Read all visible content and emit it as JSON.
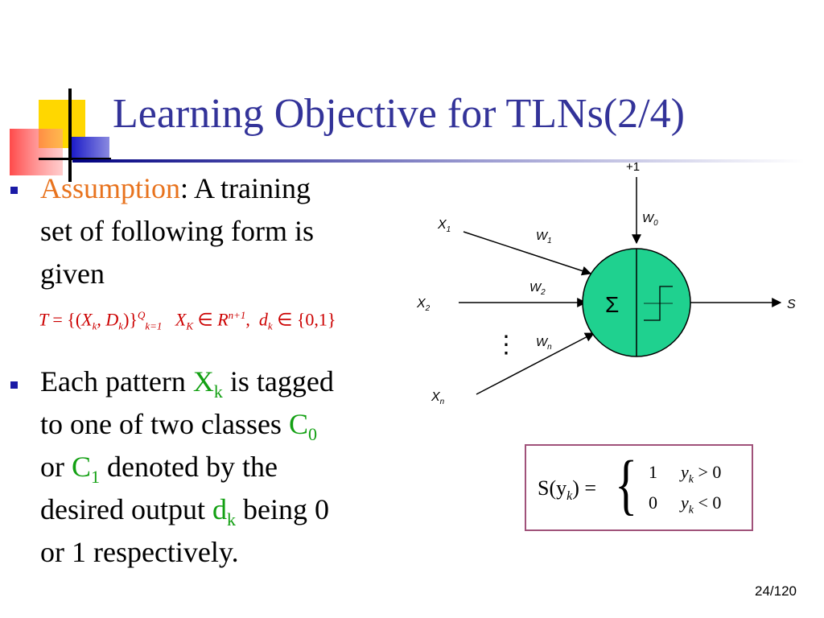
{
  "slide": {
    "title": "Learning Objective for TLNs(2/4)",
    "page_number": "24/120"
  },
  "bullets": {
    "b1": {
      "keyword": "Assumption",
      "line1_rest": ": A training",
      "line2": "set of following form is",
      "line3": "given"
    },
    "formula": {
      "T": "T",
      "eq": "=",
      "set_open": "{(",
      "X": "X",
      "sub_k": "k",
      "comma": ",",
      "D": "D",
      "set_close": ")}",
      "sup_Q": "Q",
      "sub_k1": "k=1",
      "XK": "X",
      "sub_K": "K",
      "in": "∈",
      "R": "R",
      "sup_n1": "n+1",
      "sep": ",",
      "d": "d",
      "in2": "∈",
      "set01": "{0,1}"
    },
    "b2": {
      "l1_pre": "Each pattern ",
      "l1_X": "X",
      "l1_Xsub": "k",
      "l1_post": " is tagged",
      "l2_pre": "to one of two classes ",
      "l2_C": "C",
      "l2_Csub": "0",
      "l3_pre": "or ",
      "l3_C": "C",
      "l3_Csub": "1",
      "l3_post": " denoted by the",
      "l4_pre": "desired output ",
      "l4_d": "d",
      "l4_dsub": "k",
      "l4_post": " being 0",
      "l5": "or 1 respectively."
    }
  },
  "diagram": {
    "bias_label": "+1",
    "w0": "W",
    "w0_sub": "0",
    "x1": "X",
    "x1_sub": "1",
    "w1": "W",
    "w1_sub": "1",
    "x2": "X",
    "x2_sub": "2",
    "w2": "W",
    "w2_sub": "2",
    "xn": "X",
    "xn_sub": "n",
    "wn": "W",
    "wn_sub": "n",
    "sum_symbol": "Σ",
    "dots": "⋮",
    "output_label": "S",
    "colors": {
      "neuron_fill": "#1fd18f",
      "stroke": "#000000"
    }
  },
  "piecewise": {
    "lhs": "S(y",
    "lhs_sub": "k",
    "lhs_close": ") =",
    "row1_value": "1",
    "row1_cond": "y",
    "row1_cond_sub": "k",
    "row1_op": "> 0",
    "row2_value": "0",
    "row2_cond": "y",
    "row2_cond_sub": "k",
    "row2_op": "< 0",
    "border_color": "#a0527a"
  }
}
